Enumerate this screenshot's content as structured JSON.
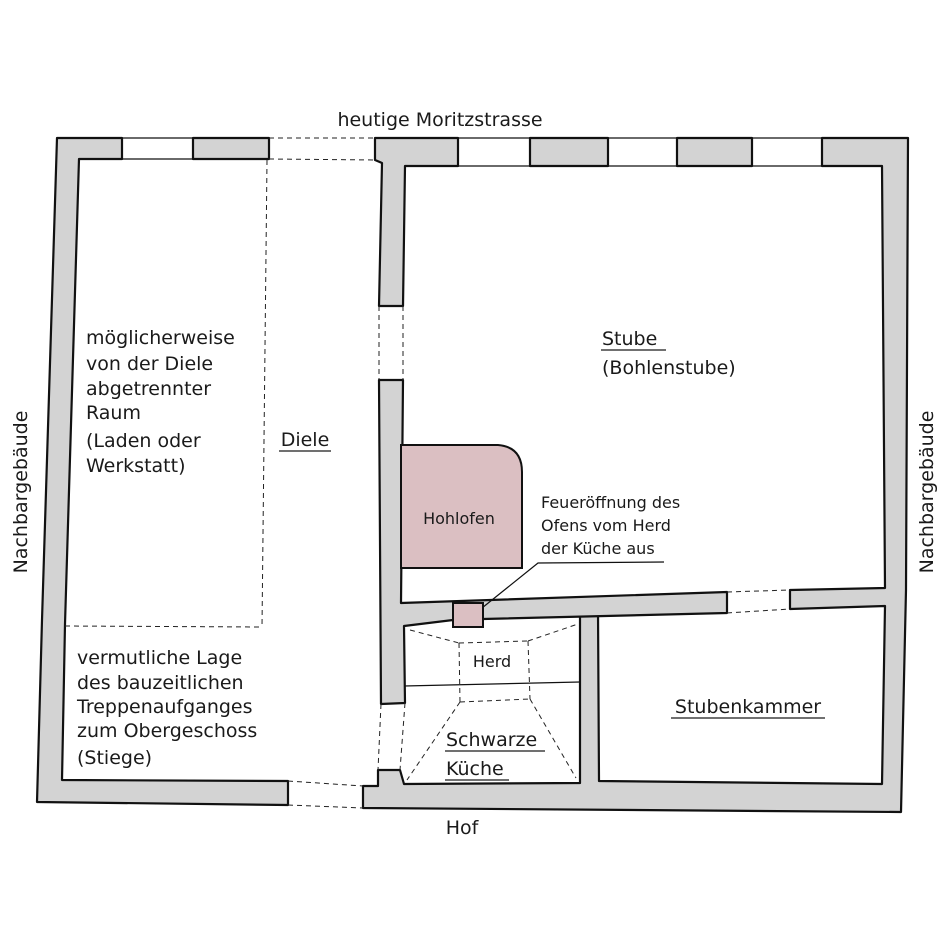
{
  "labels": {
    "street": "heutige Moritzstrasse",
    "courtyard": "Hof",
    "neighbor_left": "Nachbargebäude",
    "neighbor_right": "Nachbargebäude",
    "diele": "Diele",
    "room_left": [
      "möglicherweise",
      "von der Diele",
      "abgetrennter",
      "Raum",
      "(Laden oder",
      "Werkstatt)"
    ],
    "stairs": [
      "vermutliche Lage",
      "des bauzeitlichen",
      "Treppenaufganges",
      "zum Obergeschoss",
      "(Stiege)"
    ],
    "stube_title": "Stube",
    "stube_sub": "(Bohlenstube)",
    "oven": "Hohlofen",
    "fire_note": [
      "Feueröffnung des",
      "Ofens vom Herd",
      "der Küche aus"
    ],
    "herd": "Herd",
    "kitchen": [
      "Schwarze",
      "Küche"
    ],
    "stubenkammer": "Stubenkammer"
  },
  "colors": {
    "wall_fill": "#d3d3d3",
    "oven_fill": "#dbbfc2",
    "line": "#111111"
  }
}
